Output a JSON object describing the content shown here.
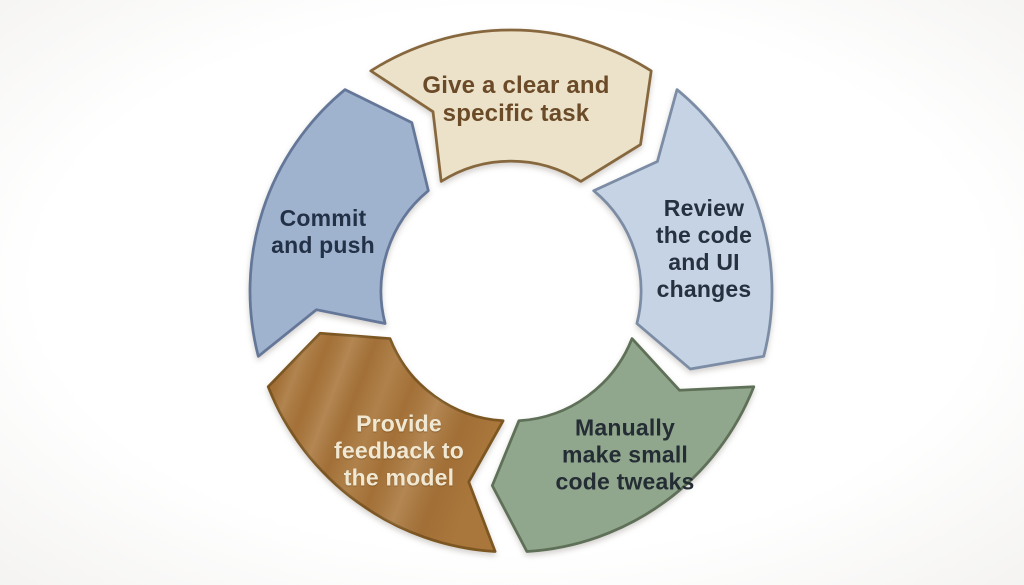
{
  "diagram": {
    "type": "cycle",
    "direction": "clockwise",
    "steps": [
      {
        "id": "give-task",
        "label": "Give a clear and\nspecific task",
        "fill": "#ebe2c9",
        "stroke": "#87683e",
        "text_color": "#6b4a28"
      },
      {
        "id": "review-code",
        "label": "Review\nthe code\nand UI\nchanges",
        "fill": "#c5d3e4",
        "stroke": "#7b8ca4",
        "text_color": "#26313f"
      },
      {
        "id": "code-tweaks",
        "label": "Manually\nmake small\ncode tweaks",
        "fill": "#91a78d",
        "stroke": "#5f7058",
        "text_color": "#242c34"
      },
      {
        "id": "feedback",
        "label": "Provide\nfeedback to\nthe model",
        "fill": "#a9763b",
        "stroke": "#7d5722",
        "text_color": "#f0e8d2"
      },
      {
        "id": "commit-push",
        "label": "Commit\nand push",
        "fill": "#9fb3cf",
        "stroke": "#647798",
        "text_color": "#233147"
      }
    ]
  }
}
